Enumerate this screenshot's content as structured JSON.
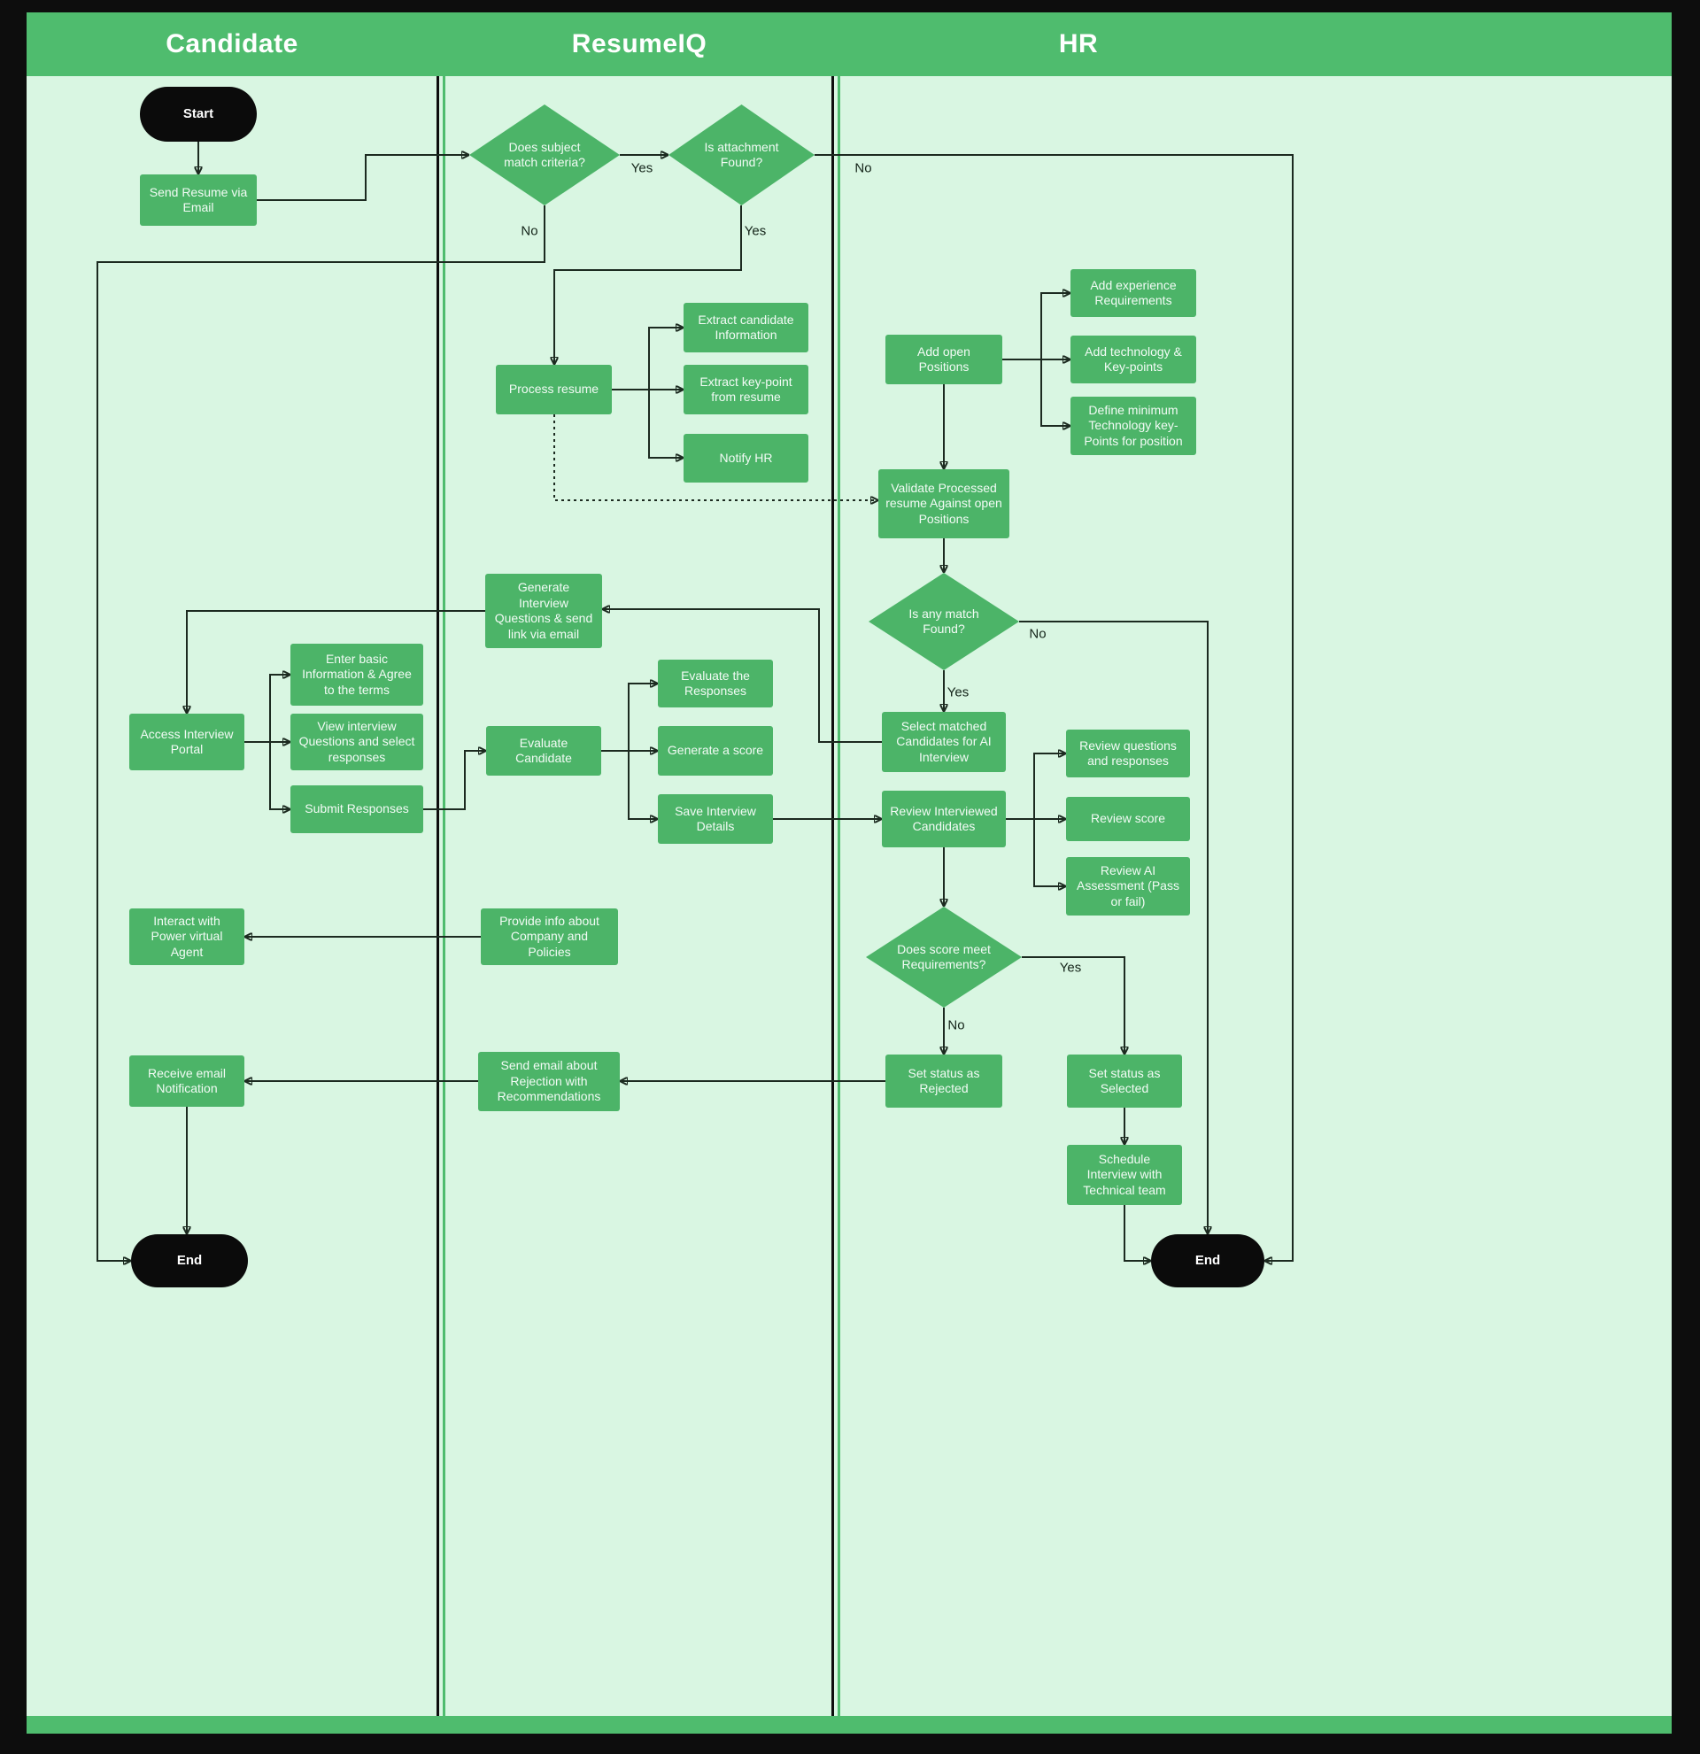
{
  "colors": {
    "header_green": "#4fbc6e",
    "node_green": "#4cb468",
    "canvas_green": "#d9f6e2",
    "frame_black": "#0d0d0d",
    "connector": "#1c2a20",
    "terminator_black": "#0b0b0b"
  },
  "lanes": {
    "candidate": "Candidate",
    "resumeiq": "ResumeIQ",
    "hr": "HR"
  },
  "nodes": {
    "start": "Start",
    "send_resume": "Send Resume via Email",
    "does_subject_match": "Does subject match criteria?",
    "is_attachment_found": "Is attachment Found?",
    "process_resume": "Process resume",
    "extract_candidate_info": "Extract candidate Information",
    "extract_key_points": "Extract key-point from resume",
    "notify_hr": "Notify HR",
    "add_open_positions": "Add open Positions",
    "add_experience_requirements": "Add experience Requirements",
    "add_technology_keypoints": "Add technology & Key-points",
    "define_minimum_keypoints": "Define minimum Technology key-Points for position",
    "validate_processed_resume": "Validate Processed resume Against open Positions",
    "is_any_match_found": "Is any match Found?",
    "generate_interview_questions": "Generate Interview Questions & send link via email",
    "select_matched_candidates": "Select matched Candidates for AI Interview",
    "access_interview_portal": "Access Interview Portal",
    "enter_basic_information": "Enter basic Information & Agree to the terms",
    "view_interview_questions": "View interview Questions and select responses",
    "submit_responses": "Submit Responses",
    "evaluate_candidate": "Evaluate Candidate",
    "evaluate_the_responses": "Evaluate the Responses",
    "generate_a_score": "Generate a score",
    "save_interview_details": "Save Interview Details",
    "review_interviewed_candidates": "Review Interviewed Candidates",
    "review_questions_responses": "Review questions and responses",
    "review_score": "Review score",
    "review_ai_assessment": "Review AI Assessment (Pass or fail)",
    "does_score_meet_requirements": "Does score meet Requirements?",
    "interact_power_virtual_agent": "Interact with Power virtual Agent",
    "provide_company_info": "Provide info about Company and Policies",
    "set_status_rejected": "Set status as Rejected",
    "set_status_selected": "Set status as Selected",
    "schedule_technical_interview": "Schedule Interview with Technical team",
    "receive_email_notification": "Receive email Notification",
    "send_rejection_email": "Send email about Rejection with Recommendations",
    "end_candidate": "End",
    "end_hr": "End"
  },
  "edge_labels": {
    "subject_yes": "Yes",
    "subject_no": "No",
    "attachment_yes": "Yes",
    "attachment_no": "No",
    "match_yes": "Yes",
    "match_no": "No",
    "score_yes": "Yes",
    "score_no": "No"
  }
}
